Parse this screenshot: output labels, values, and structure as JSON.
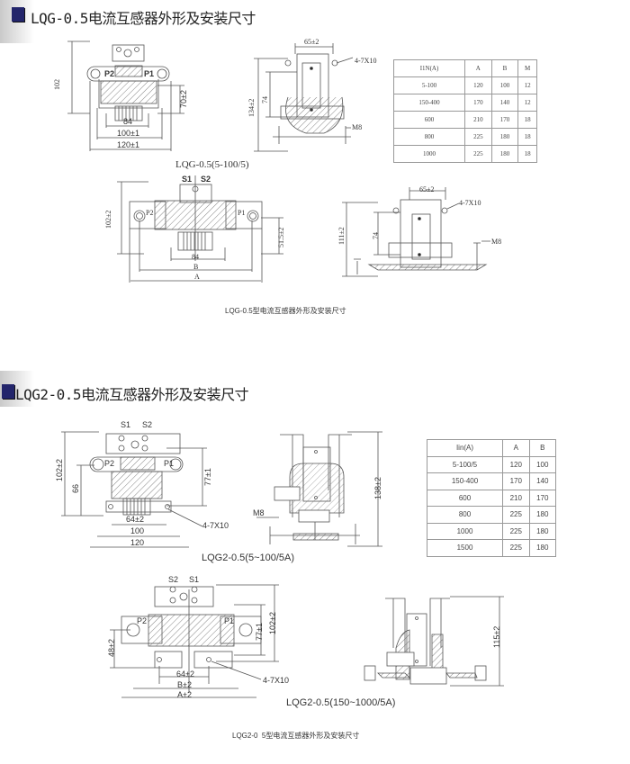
{
  "sections": [
    {
      "title": "LQG-0.5电流互感器外形及安装尺寸",
      "drawing_front": {
        "dims": [
          "102",
          "70±2",
          "84",
          "100±1",
          "120±1"
        ],
        "terminals": [
          "P2",
          "P1"
        ]
      },
      "drawing_side": {
        "dims": [
          "65±2",
          "4-7X10",
          "134±2",
          "74",
          "M8"
        ]
      },
      "caption1": "LQG-0.5(5-100/5)",
      "drawing_front2": {
        "terminals": [
          "S1",
          "S2",
          "P2",
          "P1"
        ],
        "dims": [
          "102±2",
          "51.5±2",
          "84",
          "B",
          "A"
        ]
      },
      "drawing_side2": {
        "dims": [
          "65±2",
          "4-7X10",
          "111±2",
          "74",
          "M8"
        ]
      },
      "caption": "LQG-0.5型电流互感器外形及安装尺寸",
      "table": {
        "headers": [
          "I1N(A)",
          "A",
          "B",
          "M"
        ],
        "rows": [
          [
            "5-100",
            "120",
            "100",
            "12"
          ],
          [
            "150-400",
            "170",
            "140",
            "12"
          ],
          [
            "600",
            "210",
            "170",
            "18"
          ],
          [
            "800",
            "225",
            "180",
            "18"
          ],
          [
            "1000",
            "225",
            "180",
            "18"
          ]
        ]
      }
    },
    {
      "title": "LQG2-0.5电流互感器外形及安装尺寸",
      "drawing_front": {
        "terminals": [
          "S1",
          "S2",
          "P2",
          "P1"
        ],
        "dims": [
          "102±2",
          "66",
          "77±1",
          "64±2",
          "4-7X10",
          "100",
          "120"
        ]
      },
      "drawing_side": {
        "dims": [
          "M8",
          "138±2"
        ]
      },
      "caption1": "LQG2-0.5(5~100/5A)",
      "drawing_front2": {
        "terminals": [
          "S2",
          "S1",
          "P2",
          "P1"
        ],
        "dims": [
          "48±2",
          "77±1",
          "102±2",
          "64±2",
          "B±2",
          "4-7X10",
          "A±2"
        ]
      },
      "drawing_side2": {
        "dims": [
          "115±2"
        ]
      },
      "caption2": "LQG2-0.5(150~1000/5A)",
      "caption": "LQG2-0  5型电流互感器外形及安装尺寸",
      "table": {
        "headers": [
          "Iin(A)",
          "A",
          "B"
        ],
        "rows": [
          [
            "5-100/5",
            "120",
            "100"
          ],
          [
            "150-400",
            "170",
            "140"
          ],
          [
            "600",
            "210",
            "170"
          ],
          [
            "800",
            "225",
            "180"
          ],
          [
            "1000",
            "225",
            "180"
          ],
          [
            "1500",
            "225",
            "180"
          ]
        ]
      }
    }
  ],
  "colors": {
    "header_square": "#23256b",
    "line": "#555555"
  }
}
